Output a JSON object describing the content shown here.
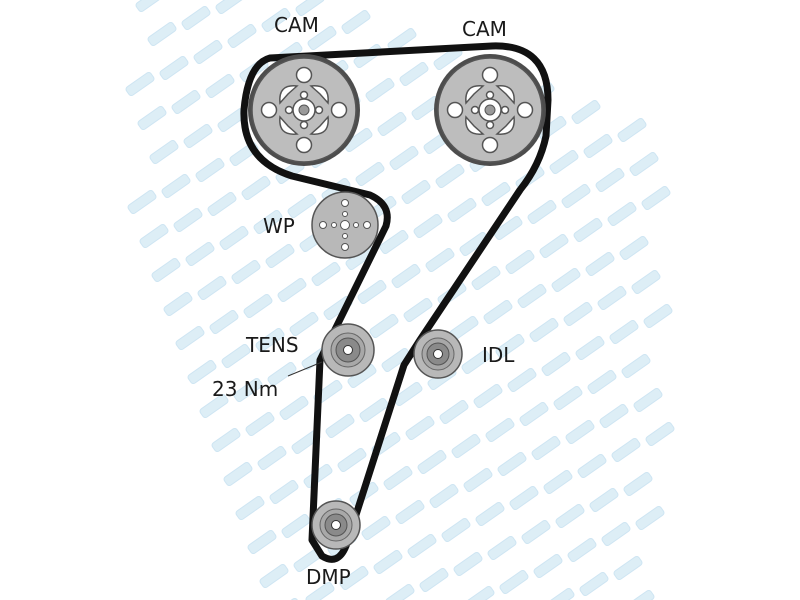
{
  "labels": {
    "cam_left": "CAM",
    "cam_right": "CAM",
    "water_pump": "WP",
    "tensioner": "TENS",
    "tensioner_torque": "23 Nm",
    "idler": "IDL",
    "damper": "DMP"
  },
  "colors": {
    "belt": "#111111",
    "gear_fill": "#bdbdbd",
    "pulley_fill": "#b8b8b8",
    "watermark": "#cfe6f2"
  }
}
